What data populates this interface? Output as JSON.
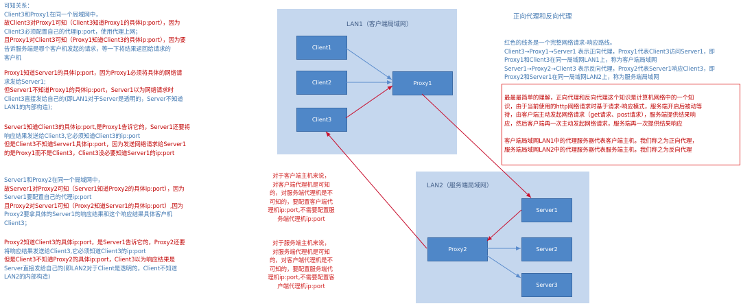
{
  "left": {
    "p1": [
      "可知关系：",
      "Client3和Proxy1在同一个局域网中，",
      "故Client3对Proxy1可知（Client3知道Proxy1的具体ip:port），因为",
      "Client3必须配置自己的代理ip:port，使用代理上网；",
      "且Proxy1对Client3可知（Proxy1知道Client3的具体ip:port），因为要",
      "告诉服务端是哪个客户机发起的请求，等一下将结果返回给请求的",
      "客户机"
    ],
    "p2": [
      "Proxy1知道Server1的具体ip:port，因为Proxy1必须将具体的网络请",
      "求发给Server1;",
      "但Server1不知道Proxy1的具体ip:port，Server1以为网络请求时",
      "Client3直接发给自己的(即LAN1对于Server是透明的，Server不知道",
      "LAN1的内部构造);"
    ],
    "p3": [
      "Server1知道Client3的具体ip:port,是Proxy1告诉它的，Server1还要将",
      "响应结果发送给Client3,它必须知道Client3的ip:port",
      "但是Client3不知道Server1具体ip:port，因为发送网络请求给Server1",
      "的是Proxy1而不是Client3，Client3没必要知道Server1的ip:port"
    ],
    "p4": [
      "Server1和Proxy2在同一个局域网中，",
      "故Server1对Proxy2可知（Server1知道Proxy2的具体ip:port），因为",
      "Server1要配置自己的代理ip:port",
      "且Proxy2对Server1可知（Proxy2知道Server1的具体ip:port）,因为",
      "Proxy2要拿具体的Server1的响应结果和这个响应结果具体客户机",
      "Client3；"
    ],
    "p5": [
      "Proxy2知道Client3的具体ip:port，是Server1告诉它的，Proxy2还要",
      "将响应结果发送给Client3,它必须知道Client3的ip:port",
      "但是Client3不知道Proxy2的具体ip:port，Client3以为响应结果是",
      "Server直接发给自己的(即LAN2对于Client是透明的，Client不知道",
      "LAN2的内部构造)"
    ]
  },
  "lan1": {
    "title": "LAN1（客户端局域网）",
    "client1": "Client1",
    "client2": "Client2",
    "client3": "Client3",
    "proxy1": "Proxy1"
  },
  "lan2": {
    "title": "LAN2（服务端局域网）",
    "proxy2": "Proxy2",
    "server1": "Server1",
    "server2": "Server2",
    "server3": "Server3"
  },
  "middle": {
    "note1": [
      "对于客户端主机来说，",
      "对客户端代理机是可知",
      "的，对服务端代理机是不",
      "可知的，要配置客户端代",
      "理机ip:port,不需要配置服",
      "务端代理机ip:port"
    ],
    "note2": [
      "对于服务端主机来说，",
      "对服务端代理机是可知",
      "的，对客户端代理机是不",
      "可知的，要配置服务端代",
      "理机ip:port,不需要配置客",
      "户端代理机ip:port"
    ]
  },
  "right": {
    "title": "正向代理和反向代理",
    "p1": [
      "红色的线条是一个完整网络请求-响应路线。",
      "Client3→Proxy1→Server1  表示正向代理，Proxy1代表Client3访问Server1，即",
      "Proxy1和Client3在同一局域网LAN1上，称为客户端局域网",
      "Server1→Proxy2→Client3  表示反向代理，Proxy2代表Server1响应Client3，即",
      "Proxy2和Server1在同一局域网LAN2上，称为服务端局域网"
    ],
    "box1": [
      "最最最简单的理解，正向代理和反向代理这个知识是计算机网络中的一个知",
      "识，由于当前使用的http网络请求时基于请求-响应模式，服务端开启后被动等",
      "待，由客户端主动发起网络请求（get请求、post请求），服务端提供结果响",
      "应，然后客户端再一次主动发起网络请求，服务端再一次提供结果响应"
    ],
    "box2": [
      "客户端局域网LAN1中的代理服务器代表客户端主机，我们称之为正向代理，",
      "服务端局域网LAN2中的代理服务器代表服务端主机，我们称之为反向代理"
    ]
  },
  "colors": {
    "lan_bg": "#c5d7ee",
    "node": "#4f87c8",
    "red_line": "#c8102e",
    "blue_line": "#5b8ccc",
    "text_blue": "#3f76b0",
    "text_red": "#c00000"
  }
}
